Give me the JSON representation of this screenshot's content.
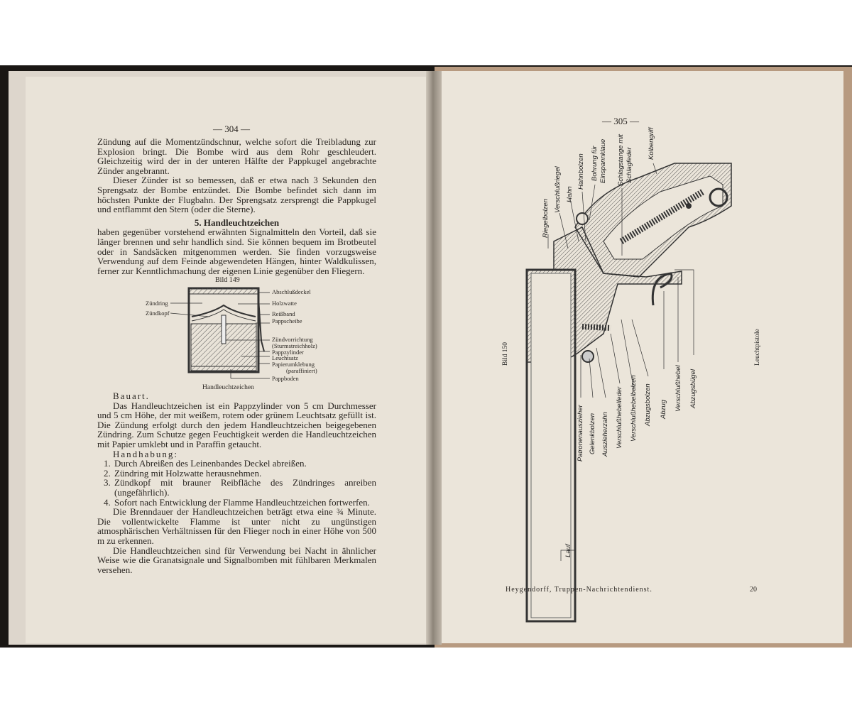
{
  "left_page": {
    "page_number": "— 304 —",
    "paragraph_1": "Zündung auf die Momentzündschnur, welche sofort die Treibladung zur Explosion bringt. Die Bombe wird aus dem Rohr geschleudert. Gleichzeitig wird der in der unteren Hälfte der Pappkugel angebrachte Zünder angebrannt.",
    "paragraph_2": "Dieser Zünder ist so bemessen, daß er etwa nach 3 Sekunden den Sprengsatz der Bombe entzündet. Die Bombe befindet sich dann im höchsten Punkte der Flugbahn. Der Sprengsatz zersprengt die Pappkugel und entflammt den Stern (oder die Sterne).",
    "section_heading": "5. Handleuchtzeichen",
    "paragraph_3": "haben gegenüber vorstehend erwähnten Signalmitteln den Vorteil, daß sie länger brennen und sehr handlich sind. Sie können bequem im Brotbeutel oder in Sandsäcken mitgenommen werden. Sie finden vorzugsweise Verwendung auf dem Feinde abgewendeten Hängen, hinter Waldkulissen, ferner zur Kenntlichmachung der eigenen Linie gegenüber den Fliegern.",
    "figure": {
      "number": "Bild 149",
      "caption": "Handleuchtzeichen",
      "labels_left": [
        "Zündring",
        "Zündkopf"
      ],
      "labels_right": [
        "Abschlußdeckel",
        "Holzwatte",
        "Reißband",
        "Pappscheibe",
        "Zündvorrichtung",
        "(Sturmstreichholz)",
        "Pappzylinder",
        "Leuchtsatz",
        "Papierumklebung",
        "(paraffiniert)",
        "Pappboden"
      ]
    },
    "bauart_heading": "Bauart.",
    "paragraph_4": "Das Handleuchtzeichen ist ein Pappzylinder von 5 cm Durchmesser und 5 cm Höhe, der mit weißem, rotem oder grünem Leuchtsatz gefüllt ist. Die Zündung erfolgt durch den jedem Handleuchtzeichen beigegebenen Zündring. Zum Schutze gegen Feuchtigkeit werden die Handleuchtzeichen mit Papier umklebt und in Paraffin getaucht.",
    "handhabung_heading": "Handhabung:",
    "steps": [
      "Durch Abreißen des Leinenbandes Deckel abreißen.",
      "Zündring mit Holzwatte herausnehmen.",
      "Zündkopf mit brauner Reibfläche des Zündringes anreiben (ungefährlich).",
      "Sofort nach Entwicklung der Flamme Handleuchtzeichen fortwerfen."
    ],
    "paragraph_5": "Die Brenndauer der Handleuchtzeichen beträgt etwa eine ¾ Minute. Die vollentwickelte Flamme ist unter nicht zu ungünstigen atmosphärischen Verhältnissen für den Flieger noch in einer Höhe von 500 m zu erkennen.",
    "paragraph_6": "Die Handleuchtzeichen sind für Verwendung bei Nacht in ähnlicher Weise wie die Granatsignale und Signalbomben mit fühlbaren Merkmalen versehen."
  },
  "right_page": {
    "page_number": "— 305 —",
    "figure_number": "Bild 150",
    "figure_title": "Leuchtpistole",
    "labels_top": [
      "Riegelbolzen",
      "Verschlußriegel",
      "Hahn",
      "Hahnbolzen",
      "Bohrung für",
      "Einspannklaue",
      "Schlagstange mit",
      "Schlagfeder",
      "Kolbengriff"
    ],
    "labels_bottom": [
      "Patronenauszieher",
      "Gelenkbolzen",
      "Auszieherzahn",
      "Verschlußhebelfeder",
      "Verschlußhebelbolzen",
      "Abzugsbolzen",
      "Abzug",
      "Verschlußhebel",
      "Abzugsbügel"
    ],
    "label_barrel": "Lauf",
    "footer_left": "Heygendorff, Truppen-Nachrichtendienst.",
    "footer_right": "20"
  },
  "colors": {
    "paper": "#e9e3d8",
    "ink": "#2a2622",
    "cover": "#b79a80"
  }
}
